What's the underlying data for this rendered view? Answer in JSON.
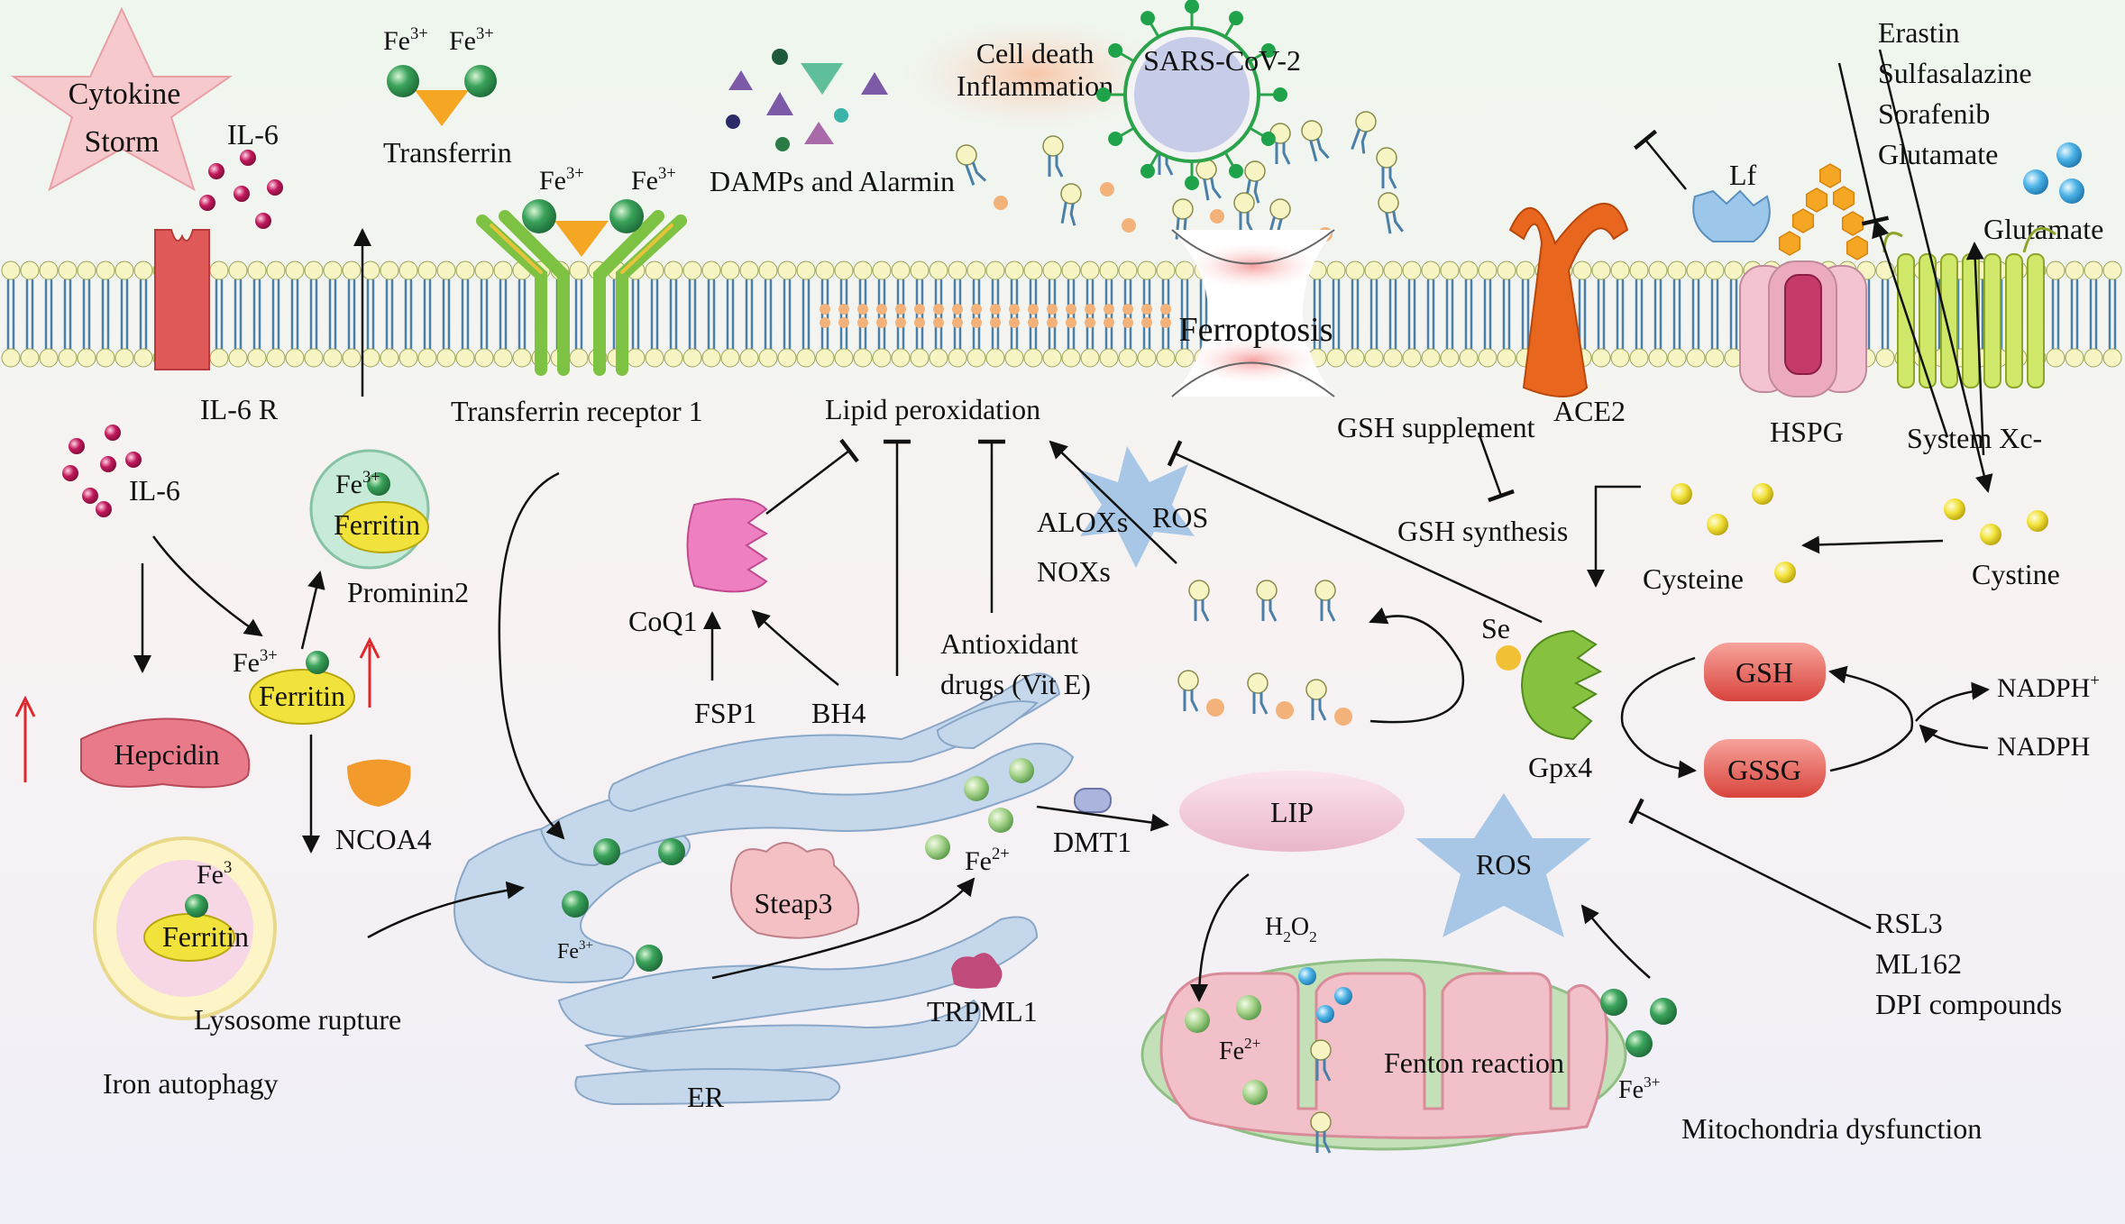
{
  "labels": {
    "cytokine": "Cytokine",
    "storm": "Storm",
    "il6_top": "IL-6",
    "il6r": "IL-6 R",
    "il6_mid": "IL-6",
    "fe3_left_tf": "Fe",
    "fe3_right_tf": "Fe",
    "sup_3plus": "3+",
    "sup_2plus": "2+",
    "sup_3": "3",
    "transferrin": "Transferrin",
    "tfr1": "Transferrin receptor 1",
    "damps": "DAMPs and Alarmin",
    "cell_death": "Cell death",
    "inflammation": "Inflammation",
    "lipid_perox": "Lipid peroxidation",
    "ferroptosis": "Ferroptosis",
    "sars": "SARS-CoV-2",
    "lf": "Lf",
    "erastin": "Erastin",
    "sulfasalazine": "Sulfasalazine",
    "sorafenib": "Sorafenib",
    "glutamate_drug": "Glutamate",
    "glutamate": "Glutamate",
    "ace2": "ACE2",
    "hspg": "HSPG",
    "system_xc": "System Xc-",
    "gsh_supplement": "GSH supplement",
    "gsh_synthesis": "GSH synthesis",
    "cysteine": "Cysteine",
    "cystine": "Cystine",
    "prominin2": "Prominin2",
    "ferritin": "Ferritin",
    "hepcidin": "Hepcidin",
    "ncoa4": "NCOA4",
    "lysosome_rupture": "Lysosome rupture",
    "iron_autophagy": "Iron autophagy",
    "coq1": "CoQ1",
    "fsp1": "FSP1",
    "bh4": "BH4",
    "antioxidant_1": "Antioxidant",
    "antioxidant_2": "drugs (Vit E)",
    "aloxs": "ALOXs",
    "noxs": "NOXs",
    "ros_top": "ROS",
    "se": "Se",
    "gpx4": "Gpx4",
    "gsh": "GSH",
    "gssg": "GSSG",
    "nadph_plus": "NADPH",
    "nadph_plus_sup": "+",
    "nadph": "NADPH",
    "steap3": "Steap3",
    "dmt1": "DMT1",
    "trpml1": "TRPML1",
    "er": "ER",
    "lip": "LIP",
    "ros_mito": "ROS",
    "h2o2_h": "H",
    "h2o2_o": "O",
    "sub_2": "2",
    "fenton": "Fenton reaction",
    "mito_dysfunction": "Mitochondria dysfunction",
    "rsl3": "RSL3",
    "ml162": "ML162",
    "dpi": "DPI compounds"
  },
  "colors": {
    "membrane_head": "#f7f5c4",
    "membrane_tail": "#4a7fa8",
    "transferrin": "#f5a623",
    "iron_ball": "#3aa35b",
    "receptor": "#7dc242",
    "ace2": "#e8661e",
    "il6r": "#e05a5a",
    "gpx4": "#86c13f",
    "gsh_pill": "#e8605a",
    "mito_outer": "#c4e0b8",
    "mito_inner": "#f2c0c8",
    "er": "#c5d7ea"
  }
}
